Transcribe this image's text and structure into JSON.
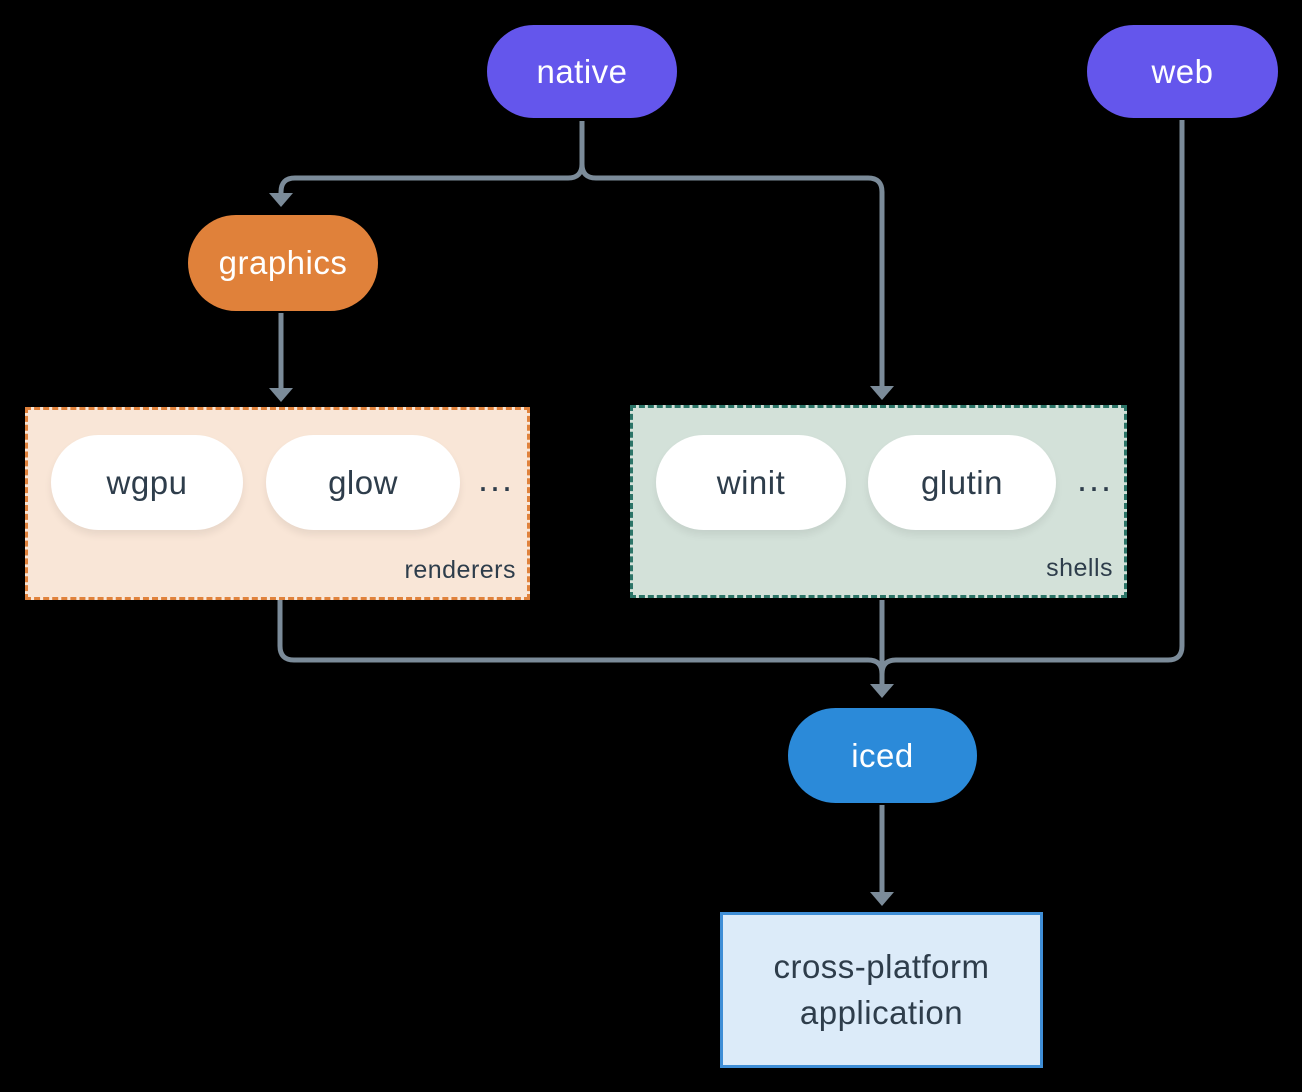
{
  "diagram": {
    "background_color": "#000000",
    "connector_color": "#7b8b99",
    "nodes": {
      "native": {
        "label": "native",
        "color": "#6456ec",
        "text_color": "#ffffff"
      },
      "web": {
        "label": "web",
        "color": "#6456ec",
        "text_color": "#ffffff"
      },
      "graphics": {
        "label": "graphics",
        "color": "#e0813a",
        "text_color": "#ffffff"
      },
      "wgpu": {
        "label": "wgpu",
        "color": "#ffffff",
        "text_color": "#2e3d4b"
      },
      "glow": {
        "label": "glow",
        "color": "#ffffff",
        "text_color": "#2e3d4b"
      },
      "winit": {
        "label": "winit",
        "color": "#ffffff",
        "text_color": "#2e3d4b"
      },
      "glutin": {
        "label": "glutin",
        "color": "#ffffff",
        "text_color": "#2e3d4b"
      },
      "iced": {
        "label": "iced",
        "color": "#2b8ad9",
        "text_color": "#ffffff"
      },
      "application": {
        "label_line1": "cross-platform",
        "label_line2": "application",
        "color": "#dcebf9",
        "border_color": "#3f8ed6",
        "text_color": "#2e3d4b"
      }
    },
    "groups": {
      "renderers": {
        "label": "renderers",
        "ellipsis": "...",
        "background": "#f9e6d7",
        "border_color": "#e0823c"
      },
      "shells": {
        "label": "shells",
        "ellipsis": "...",
        "background": "#d3e1d9",
        "border_color": "#2c7568"
      }
    }
  }
}
